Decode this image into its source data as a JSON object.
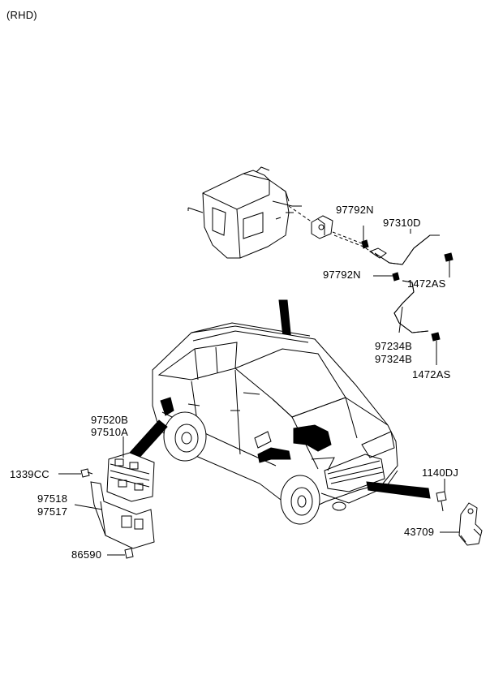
{
  "variant": "(RHD)",
  "labels": {
    "p97792n_top": "97792N",
    "p97310d": "97310D",
    "p97792n_mid": "97792N",
    "p1472as_top": "1472AS",
    "p97234b": "97234B",
    "p97324b": "97324B",
    "p1472as_bot": "1472AS",
    "p97520b": "97520B",
    "p97510a": "97510A",
    "p1339cc": "1339CC",
    "p97518": "97518",
    "p97517": "97517",
    "p86590": "86590",
    "p1140dj": "1140DJ",
    "p43709": "43709"
  }
}
